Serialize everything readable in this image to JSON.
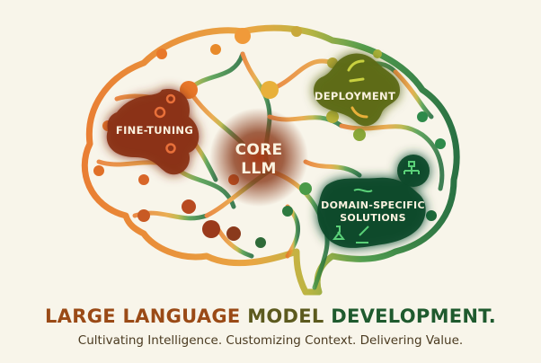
{
  "diagram": {
    "center": {
      "line1": "CORE",
      "line2": "LLM"
    },
    "regions": [
      {
        "id": "fine-tuning",
        "label": "FINE-TUNING",
        "icons": [
          "gear-icon",
          "gear-icon",
          "gear-icon"
        ],
        "color": "#8a3a14"
      },
      {
        "id": "deployment",
        "label": "DEPLOYMENT",
        "icons": [
          "arrow-icon",
          "arrow-icon",
          "arrow-icon"
        ],
        "color": "#5d6a18"
      },
      {
        "id": "domain-specific",
        "label_line1": "DOMAIN-SPECIFIC",
        "label_line2": "SOLUTIONS",
        "icons": [
          "handshake-icon",
          "hierarchy-icon",
          "flask-icon",
          "gavel-icon"
        ],
        "color": "#0f4a2a"
      }
    ],
    "colors": {
      "orange": "#e8782a",
      "yellow": "#d8b53a",
      "green": "#2e8a4a",
      "dark_red": "#7a2418",
      "background": "#f8f5ea"
    }
  },
  "footer": {
    "title_part1": "LARGE LANGUAGE ",
    "title_part2": "MODEL ",
    "title_part3": "DEVELOPMENT.",
    "subtitle": "Cultivating Intelligence. Customizing Context. Delivering Value."
  }
}
